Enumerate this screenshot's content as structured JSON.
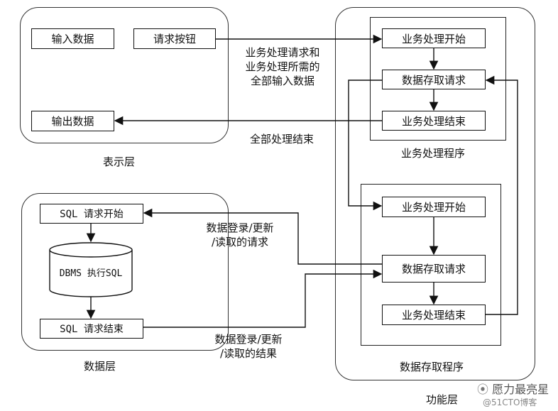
{
  "layers": {
    "presentation": "表示层",
    "data": "数据层",
    "function": "功能层"
  },
  "presentation": {
    "input_data": "输入数据",
    "request_button": "请求按钮",
    "output_data": "输出数据"
  },
  "business": {
    "title": "业务处理程序",
    "start": "业务处理开始",
    "data_request": "数据存取请求",
    "end": "业务处理结束"
  },
  "data_access": {
    "title": "数据存取程序",
    "start": "业务处理开始",
    "data_request": "数据存取请求",
    "end": "业务处理结束"
  },
  "data_layer": {
    "sql_start": "SQL 请求开始",
    "dbms": "DBMS 执行SQL",
    "sql_end": "SQL 请求结束"
  },
  "arrows": {
    "request_line1": "业务处理请求和",
    "request_line2": "业务处理所需的",
    "request_line3": "全部输入数据",
    "all_done": "全部处理结束",
    "db_request_line1": "数据登录/更新",
    "db_request_line2": "/读取的请求",
    "db_result_line1": "数据登录/更新",
    "db_result_line2": "/读取的结果"
  },
  "watermark": {
    "brand": "愿力最亮星",
    "site": "@51CTO博客"
  }
}
